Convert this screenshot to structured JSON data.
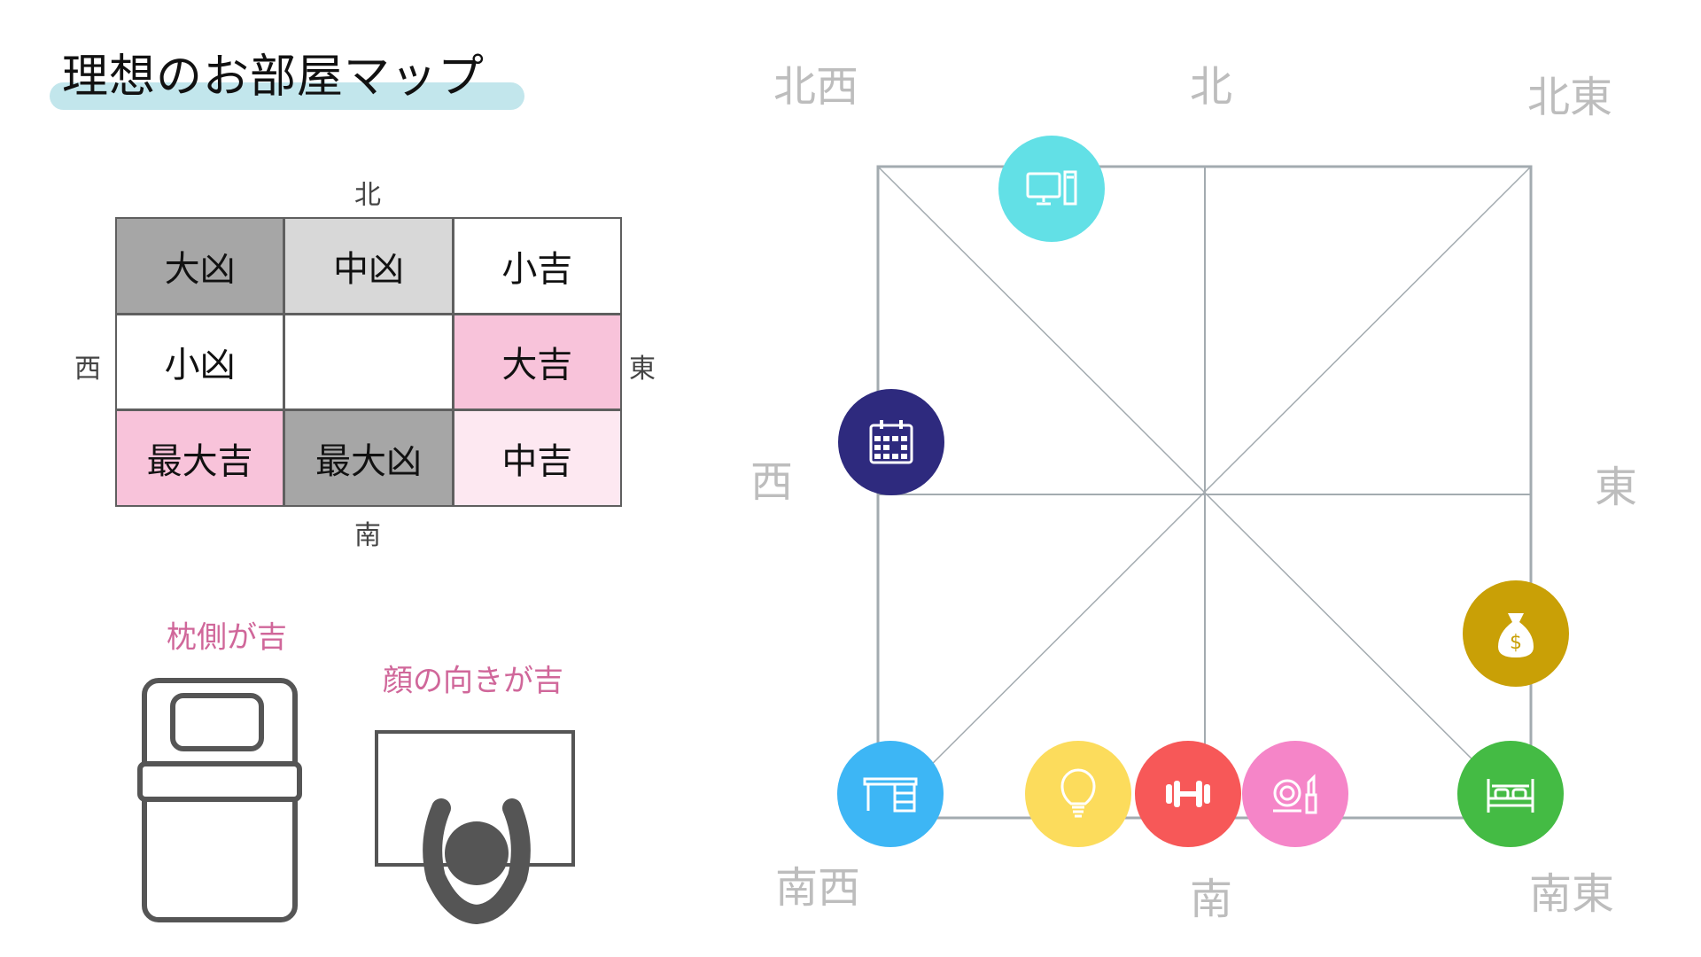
{
  "title": "理想のお部屋マップ",
  "grid": {
    "labels": {
      "north": "北",
      "west": "西",
      "east": "東",
      "south": "南"
    },
    "cells": [
      {
        "text": "大凶",
        "color": "#a6a6a6"
      },
      {
        "text": "中凶",
        "color": "#d8d8d8"
      },
      {
        "text": "小吉",
        "color": "#ffffff"
      },
      {
        "text": "小凶",
        "color": "#ffffff"
      },
      {
        "text": "",
        "color": "#ffffff"
      },
      {
        "text": "大吉",
        "color": "#f8c3da"
      },
      {
        "text": "最大吉",
        "color": "#f8c3da"
      },
      {
        "text": "最大凶",
        "color": "#a6a6a6"
      },
      {
        "text": "中吉",
        "color": "#fde8f1"
      }
    ]
  },
  "tips": {
    "pillow": "枕側が吉",
    "face": "顔の向きが吉"
  },
  "compass": {
    "nw": "北西",
    "n": "北",
    "ne": "北東",
    "w": "西",
    "e": "東",
    "sw": "南西",
    "s": "南",
    "se": "南東"
  },
  "icons": [
    {
      "name": "computer-icon",
      "color": "#62e0e6"
    },
    {
      "name": "calendar-icon",
      "color": "#2e2a7e"
    },
    {
      "name": "money-bag-icon",
      "color": "#c9a006"
    },
    {
      "name": "desk-icon",
      "color": "#3db6f5"
    },
    {
      "name": "light-bulb-icon",
      "color": "#fcdc5c"
    },
    {
      "name": "dumbbell-icon",
      "color": "#f75858"
    },
    {
      "name": "makeup-icon",
      "color": "#f585c8"
    },
    {
      "name": "bed-icon",
      "color": "#44bb44"
    }
  ]
}
